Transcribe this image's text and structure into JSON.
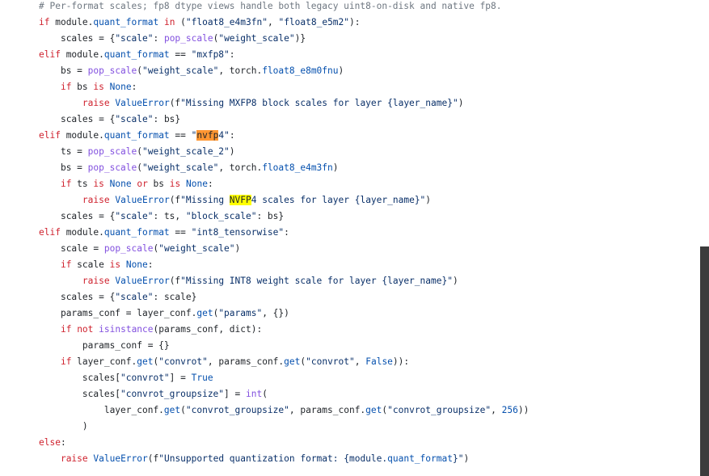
{
  "code_lines": [
    {
      "indent": 0,
      "tokens": [
        {
          "c": "cm",
          "t": "# Per-format scales; fp8 dtype views handle both legacy uint8-on-disk and native fp8."
        }
      ]
    },
    {
      "indent": 0,
      "tokens": [
        {
          "c": "kw",
          "t": "if"
        },
        {
          "c": "tx",
          "t": " module."
        },
        {
          "c": "pr",
          "t": "quant_format"
        },
        {
          "c": "tx",
          "t": " "
        },
        {
          "c": "kw",
          "t": "in"
        },
        {
          "c": "tx",
          "t": " ("
        },
        {
          "c": "st",
          "t": "\"float8_e4m3fn\""
        },
        {
          "c": "tx",
          "t": ", "
        },
        {
          "c": "st",
          "t": "\"float8_e5m2\""
        },
        {
          "c": "tx",
          "t": "):"
        }
      ]
    },
    {
      "indent": 1,
      "tokens": [
        {
          "c": "tx",
          "t": "scales = {"
        },
        {
          "c": "st",
          "t": "\"scale\""
        },
        {
          "c": "tx",
          "t": ": "
        },
        {
          "c": "fn",
          "t": "pop_scale"
        },
        {
          "c": "tx",
          "t": "("
        },
        {
          "c": "st",
          "t": "\"weight_scale\""
        },
        {
          "c": "tx",
          "t": ")}"
        }
      ]
    },
    {
      "indent": 0,
      "tokens": [
        {
          "c": "kw",
          "t": "elif"
        },
        {
          "c": "tx",
          "t": " module."
        },
        {
          "c": "pr",
          "t": "quant_format"
        },
        {
          "c": "tx",
          "t": " == "
        },
        {
          "c": "st",
          "t": "\"mxfp8\""
        },
        {
          "c": "tx",
          "t": ":"
        }
      ]
    },
    {
      "indent": 1,
      "tokens": [
        {
          "c": "tx",
          "t": "bs = "
        },
        {
          "c": "fn",
          "t": "pop_scale"
        },
        {
          "c": "tx",
          "t": "("
        },
        {
          "c": "st",
          "t": "\"weight_scale\""
        },
        {
          "c": "tx",
          "t": ", torch."
        },
        {
          "c": "pr",
          "t": "float8_e8m0fnu"
        },
        {
          "c": "tx",
          "t": ")"
        }
      ]
    },
    {
      "indent": 1,
      "tokens": [
        {
          "c": "kw",
          "t": "if"
        },
        {
          "c": "tx",
          "t": " bs "
        },
        {
          "c": "kw",
          "t": "is"
        },
        {
          "c": "tx",
          "t": " "
        },
        {
          "c": "pr",
          "t": "None"
        },
        {
          "c": "tx",
          "t": ":"
        }
      ]
    },
    {
      "indent": 2,
      "tokens": [
        {
          "c": "kw",
          "t": "raise"
        },
        {
          "c": "tx",
          "t": " "
        },
        {
          "c": "pr",
          "t": "ValueError"
        },
        {
          "c": "tx",
          "t": "(f"
        },
        {
          "c": "st",
          "t": "\"Missing MXFP8 block scales for layer {layer_name}\""
        },
        {
          "c": "tx",
          "t": ")"
        }
      ]
    },
    {
      "indent": 1,
      "tokens": [
        {
          "c": "tx",
          "t": "scales = {"
        },
        {
          "c": "st",
          "t": "\"scale\""
        },
        {
          "c": "tx",
          "t": ": bs}"
        }
      ]
    },
    {
      "indent": 0,
      "tokens": [
        {
          "c": "kw",
          "t": "elif"
        },
        {
          "c": "tx",
          "t": " module."
        },
        {
          "c": "pr",
          "t": "quant_format"
        },
        {
          "c": "tx",
          "t": " == "
        },
        {
          "c": "st",
          "t": "\""
        },
        {
          "c": "hl-cur",
          "t": "nvfp"
        },
        {
          "c": "st",
          "t": "4\""
        },
        {
          "c": "tx",
          "t": ":"
        }
      ]
    },
    {
      "indent": 1,
      "tokens": [
        {
          "c": "tx",
          "t": "ts = "
        },
        {
          "c": "fn",
          "t": "pop_scale"
        },
        {
          "c": "tx",
          "t": "("
        },
        {
          "c": "st",
          "t": "\"weight_scale_2\""
        },
        {
          "c": "tx",
          "t": ")"
        }
      ]
    },
    {
      "indent": 1,
      "tokens": [
        {
          "c": "tx",
          "t": "bs = "
        },
        {
          "c": "fn",
          "t": "pop_scale"
        },
        {
          "c": "tx",
          "t": "("
        },
        {
          "c": "st",
          "t": "\"weight_scale\""
        },
        {
          "c": "tx",
          "t": ", torch."
        },
        {
          "c": "pr",
          "t": "float8_e4m3fn"
        },
        {
          "c": "tx",
          "t": ")"
        }
      ]
    },
    {
      "indent": 1,
      "tokens": [
        {
          "c": "kw",
          "t": "if"
        },
        {
          "c": "tx",
          "t": " ts "
        },
        {
          "c": "kw",
          "t": "is"
        },
        {
          "c": "tx",
          "t": " "
        },
        {
          "c": "pr",
          "t": "None"
        },
        {
          "c": "tx",
          "t": " "
        },
        {
          "c": "kw",
          "t": "or"
        },
        {
          "c": "tx",
          "t": " bs "
        },
        {
          "c": "kw",
          "t": "is"
        },
        {
          "c": "tx",
          "t": " "
        },
        {
          "c": "pr",
          "t": "None"
        },
        {
          "c": "tx",
          "t": ":"
        }
      ]
    },
    {
      "indent": 2,
      "tokens": [
        {
          "c": "kw",
          "t": "raise"
        },
        {
          "c": "tx",
          "t": " "
        },
        {
          "c": "pr",
          "t": "ValueError"
        },
        {
          "c": "tx",
          "t": "(f"
        },
        {
          "c": "st",
          "t": "\"Missing "
        },
        {
          "c": "hl-match",
          "t": "NVFP"
        },
        {
          "c": "st",
          "t": "4 scales for layer {layer_name}\""
        },
        {
          "c": "tx",
          "t": ")"
        }
      ]
    },
    {
      "indent": 1,
      "tokens": [
        {
          "c": "tx",
          "t": "scales = {"
        },
        {
          "c": "st",
          "t": "\"scale\""
        },
        {
          "c": "tx",
          "t": ": ts, "
        },
        {
          "c": "st",
          "t": "\"block_scale\""
        },
        {
          "c": "tx",
          "t": ": bs}"
        }
      ]
    },
    {
      "indent": 0,
      "tokens": [
        {
          "c": "kw",
          "t": "elif"
        },
        {
          "c": "tx",
          "t": " module."
        },
        {
          "c": "pr",
          "t": "quant_format"
        },
        {
          "c": "tx",
          "t": " == "
        },
        {
          "c": "st",
          "t": "\"int8_tensorwise\""
        },
        {
          "c": "tx",
          "t": ":"
        }
      ]
    },
    {
      "indent": 1,
      "tokens": [
        {
          "c": "tx",
          "t": "scale = "
        },
        {
          "c": "fn",
          "t": "pop_scale"
        },
        {
          "c": "tx",
          "t": "("
        },
        {
          "c": "st",
          "t": "\"weight_scale\""
        },
        {
          "c": "tx",
          "t": ")"
        }
      ]
    },
    {
      "indent": 1,
      "tokens": [
        {
          "c": "kw",
          "t": "if"
        },
        {
          "c": "tx",
          "t": " scale "
        },
        {
          "c": "kw",
          "t": "is"
        },
        {
          "c": "tx",
          "t": " "
        },
        {
          "c": "pr",
          "t": "None"
        },
        {
          "c": "tx",
          "t": ":"
        }
      ]
    },
    {
      "indent": 2,
      "tokens": [
        {
          "c": "kw",
          "t": "raise"
        },
        {
          "c": "tx",
          "t": " "
        },
        {
          "c": "pr",
          "t": "ValueError"
        },
        {
          "c": "tx",
          "t": "(f"
        },
        {
          "c": "st",
          "t": "\"Missing INT8 weight scale for layer {layer_name}\""
        },
        {
          "c": "tx",
          "t": ")"
        }
      ]
    },
    {
      "indent": 1,
      "tokens": [
        {
          "c": "tx",
          "t": "scales = {"
        },
        {
          "c": "st",
          "t": "\"scale\""
        },
        {
          "c": "tx",
          "t": ": scale}"
        }
      ]
    },
    {
      "indent": 1,
      "tokens": [
        {
          "c": "tx",
          "t": "params_conf = layer_conf."
        },
        {
          "c": "pr",
          "t": "get"
        },
        {
          "c": "tx",
          "t": "("
        },
        {
          "c": "st",
          "t": "\"params\""
        },
        {
          "c": "tx",
          "t": ", {})"
        }
      ]
    },
    {
      "indent": 1,
      "tokens": [
        {
          "c": "kw",
          "t": "if"
        },
        {
          "c": "tx",
          "t": " "
        },
        {
          "c": "kw",
          "t": "not"
        },
        {
          "c": "tx",
          "t": " "
        },
        {
          "c": "fn",
          "t": "isinstance"
        },
        {
          "c": "tx",
          "t": "(params_conf, dict):"
        }
      ]
    },
    {
      "indent": 2,
      "tokens": [
        {
          "c": "tx",
          "t": "params_conf = {}"
        }
      ]
    },
    {
      "indent": 1,
      "tokens": [
        {
          "c": "kw",
          "t": "if"
        },
        {
          "c": "tx",
          "t": " layer_conf."
        },
        {
          "c": "pr",
          "t": "get"
        },
        {
          "c": "tx",
          "t": "("
        },
        {
          "c": "st",
          "t": "\"convrot\""
        },
        {
          "c": "tx",
          "t": ", params_conf."
        },
        {
          "c": "pr",
          "t": "get"
        },
        {
          "c": "tx",
          "t": "("
        },
        {
          "c": "st",
          "t": "\"convrot\""
        },
        {
          "c": "tx",
          "t": ", "
        },
        {
          "c": "pr",
          "t": "False"
        },
        {
          "c": "tx",
          "t": ")):"
        }
      ]
    },
    {
      "indent": 2,
      "tokens": [
        {
          "c": "tx",
          "t": "scales["
        },
        {
          "c": "st",
          "t": "\"convrot\""
        },
        {
          "c": "tx",
          "t": "] = "
        },
        {
          "c": "pr",
          "t": "True"
        }
      ]
    },
    {
      "indent": 2,
      "tokens": [
        {
          "c": "tx",
          "t": "scales["
        },
        {
          "c": "st",
          "t": "\"convrot_groupsize\""
        },
        {
          "c": "tx",
          "t": "] = "
        },
        {
          "c": "fn",
          "t": "int"
        },
        {
          "c": "tx",
          "t": "("
        }
      ]
    },
    {
      "indent": 3,
      "tokens": [
        {
          "c": "tx",
          "t": "layer_conf."
        },
        {
          "c": "pr",
          "t": "get"
        },
        {
          "c": "tx",
          "t": "("
        },
        {
          "c": "st",
          "t": "\"convrot_groupsize\""
        },
        {
          "c": "tx",
          "t": ", params_conf."
        },
        {
          "c": "pr",
          "t": "get"
        },
        {
          "c": "tx",
          "t": "("
        },
        {
          "c": "st",
          "t": "\"convrot_groupsize\""
        },
        {
          "c": "tx",
          "t": ", "
        },
        {
          "c": "pr",
          "t": "256"
        },
        {
          "c": "tx",
          "t": "))"
        }
      ]
    },
    {
      "indent": 2,
      "tokens": [
        {
          "c": "tx",
          "t": ")"
        }
      ]
    },
    {
      "indent": 0,
      "tokens": [
        {
          "c": "kw",
          "t": "else"
        },
        {
          "c": "tx",
          "t": ":"
        }
      ]
    },
    {
      "indent": 1,
      "tokens": [
        {
          "c": "kw",
          "t": "raise"
        },
        {
          "c": "tx",
          "t": " "
        },
        {
          "c": "pr",
          "t": "ValueError"
        },
        {
          "c": "tx",
          "t": "(f"
        },
        {
          "c": "st",
          "t": "\"Unsupported quantization format: {module."
        },
        {
          "c": "pr",
          "t": "quant_format"
        },
        {
          "c": "st",
          "t": "}\""
        },
        {
          "c": "tx",
          "t": ")"
        }
      ]
    }
  ],
  "search": {
    "current_match": "nvfp",
    "other_match": "NVFP"
  },
  "colors": {
    "keyword": "#cf222e",
    "function": "#8250df",
    "property": "#0550ae",
    "string": "#0a3069",
    "comment": "#6e7781",
    "current_match_highlight": "#ff9632",
    "match_highlight": "#ffff00",
    "scrollbar_thumb": "#3c3c3c"
  },
  "scrollbar": {
    "thumb_start_fraction": 0.52,
    "thumb_size_fraction": 0.48
  }
}
